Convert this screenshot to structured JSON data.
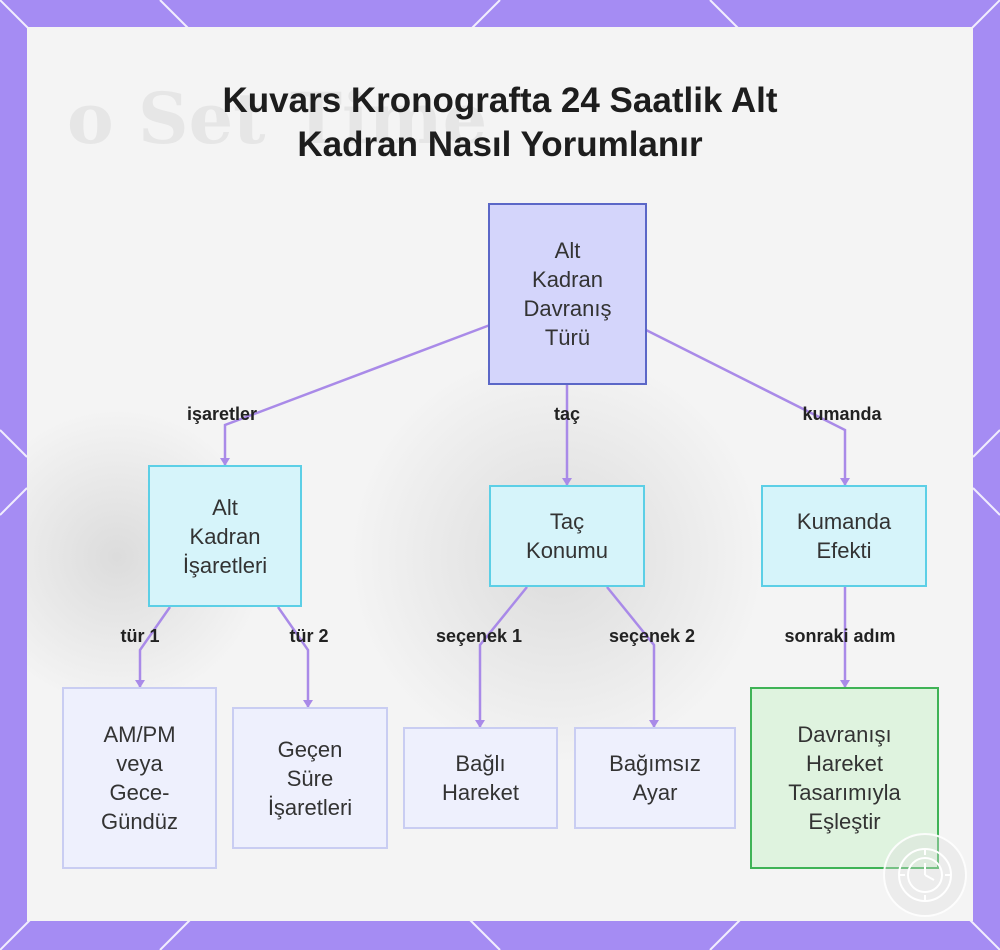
{
  "title": {
    "line1": "Kuvars Kronografta 24 Saatlik Alt",
    "line2": "Kadran Nasıl Yorumlanır"
  },
  "nodes": {
    "root": {
      "lines": [
        "Alt",
        "Kadran",
        "Davranış",
        "Türü"
      ]
    },
    "markings": {
      "lines": [
        "Alt",
        "Kadran",
        "İşaretleri"
      ]
    },
    "crown": {
      "lines": [
        "Taç",
        "Konumu"
      ]
    },
    "command": {
      "lines": [
        "Kumanda",
        "Efekti"
      ]
    },
    "ampm": {
      "lines": [
        "AM/PM",
        "veya",
        "Gece-",
        "Gündüz"
      ]
    },
    "elapsed": {
      "lines": [
        "Geçen",
        "Süre",
        "İşaretleri"
      ]
    },
    "linked": {
      "lines": [
        "Bağlı",
        "Hareket"
      ]
    },
    "independent": {
      "lines": [
        "Bağımsız",
        "Ayar"
      ]
    },
    "match": {
      "lines": [
        "Davranışı",
        "Hareket",
        "Tasarımıyla",
        "Eşleştir"
      ]
    }
  },
  "edges": {
    "isaretler": "işaretler",
    "tac": "taç",
    "kumanda": "kumanda",
    "tur1": "tür 1",
    "tur2": "tür 2",
    "secenek1": "seçenek 1",
    "secenek2": "seçenek 2",
    "sonraki": "sonraki adım"
  },
  "colors": {
    "frame": "#a58cf3",
    "edge": "#a98ae8",
    "root_fill": "#d4d5fb",
    "root_border": "#5b67c7",
    "mid_fill": "#d6f4fa",
    "mid_border": "#5ccfe6",
    "leaf_fill": "#eef0fd",
    "leaf_border": "#c9cdf2",
    "next_fill": "#dff3df",
    "next_border": "#3fb356"
  }
}
